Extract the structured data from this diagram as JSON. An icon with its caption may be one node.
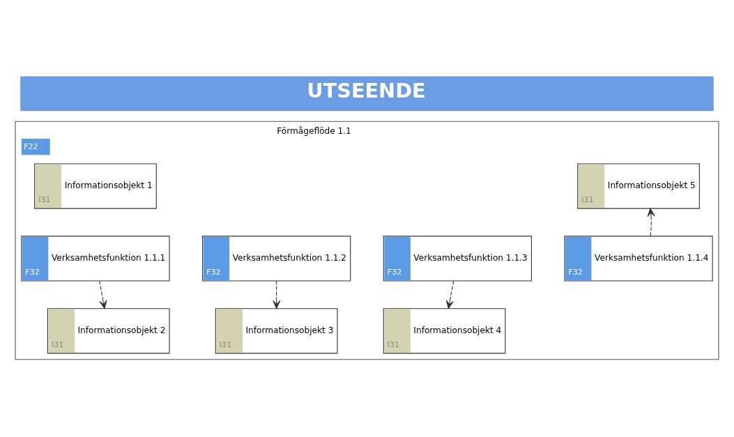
{
  "diagram": {
    "title": "UTSEENDE",
    "nodes": [
      {
        "text": [
          "Förmågeflöde 1.1",
          "F22"
        ]
      },
      {
        "text": [
          "Informationsobjekt 1",
          "I31"
        ],
        "in": 0
      },
      {
        "text": [
          "Informationsobjekt 5",
          "I31"
        ],
        "in": 0
      },
      {
        "text": [
          "Verksamhetsfunktion 1.1.1",
          "F32"
        ],
        "in": 0
      },
      {
        "text": [
          "Verksamhetsfunktion 1.1.2",
          "F32"
        ],
        "in": 0
      },
      {
        "text": [
          "Verksamhetsfunktion 1.1.3",
          "F32"
        ],
        "in": 0
      },
      {
        "text": [
          "Verksamhetsfunktion 1.1.4",
          "F32"
        ],
        "in": 0
      },
      {
        "text": [
          "Informationsobjekt 2",
          "I31"
        ],
        "in": 0
      },
      {
        "text": [
          "Informationsobjekt 3",
          "I31"
        ],
        "in": 0
      },
      {
        "text": [
          "Informationsobjekt 4",
          "I31"
        ],
        "in": 0
      }
    ],
    "edges": [
      {
        "from": 3,
        "to": 7,
        "arrow": "to",
        "style": "dashed"
      },
      {
        "from": 4,
        "to": 8,
        "arrow": "to",
        "style": "dashed"
      },
      {
        "from": 5,
        "to": 9,
        "arrow": "to",
        "style": "dashed"
      },
      {
        "from": 6,
        "to": 2,
        "arrow": "to",
        "style": "dashed"
      }
    ]
  }
}
